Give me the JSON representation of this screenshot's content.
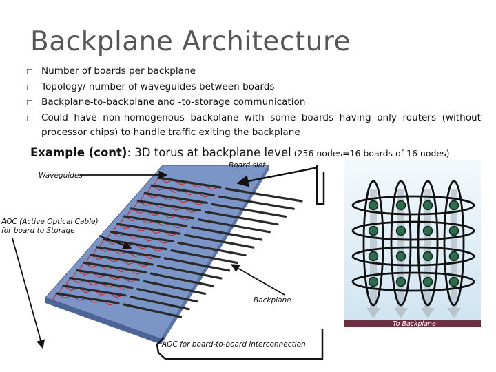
{
  "slide": {
    "title": "Backplane Architecture",
    "bullets": [
      "Number of boards per backplane",
      "Topology/ number of waveguides between boards",
      "Backplane-to-backplane and -to-storage communication",
      "Could have non-homogenous backplane with some boards having only routers (without processor chips) to handle traffic exiting the backplane"
    ],
    "example": {
      "label": "Example (cont)",
      "colon": ":",
      "main": " 3D torus at backplane level",
      "note": " (256 nodes=16 boards of 16 nodes)"
    },
    "labels": {
      "board_slot": "Board slot",
      "waveguides": "Waveguides",
      "aoc_storage_line1": "AOC (Active Optical Cable)",
      "aoc_storage_line2": "for board to Storage",
      "backplane": "Backplane",
      "to_backplane": "To Backplane",
      "aoc_board": "AOC for board-to-board interconnection"
    },
    "colors": {
      "board_blue": "#7b95c7",
      "slot_dark": "#2a2a2a",
      "waveguide_red": "#d21f1f",
      "node_green": "#2e6b4a",
      "panel_bg": "#e6f1f8",
      "to_backplane_bar": "#6b3040"
    }
  }
}
